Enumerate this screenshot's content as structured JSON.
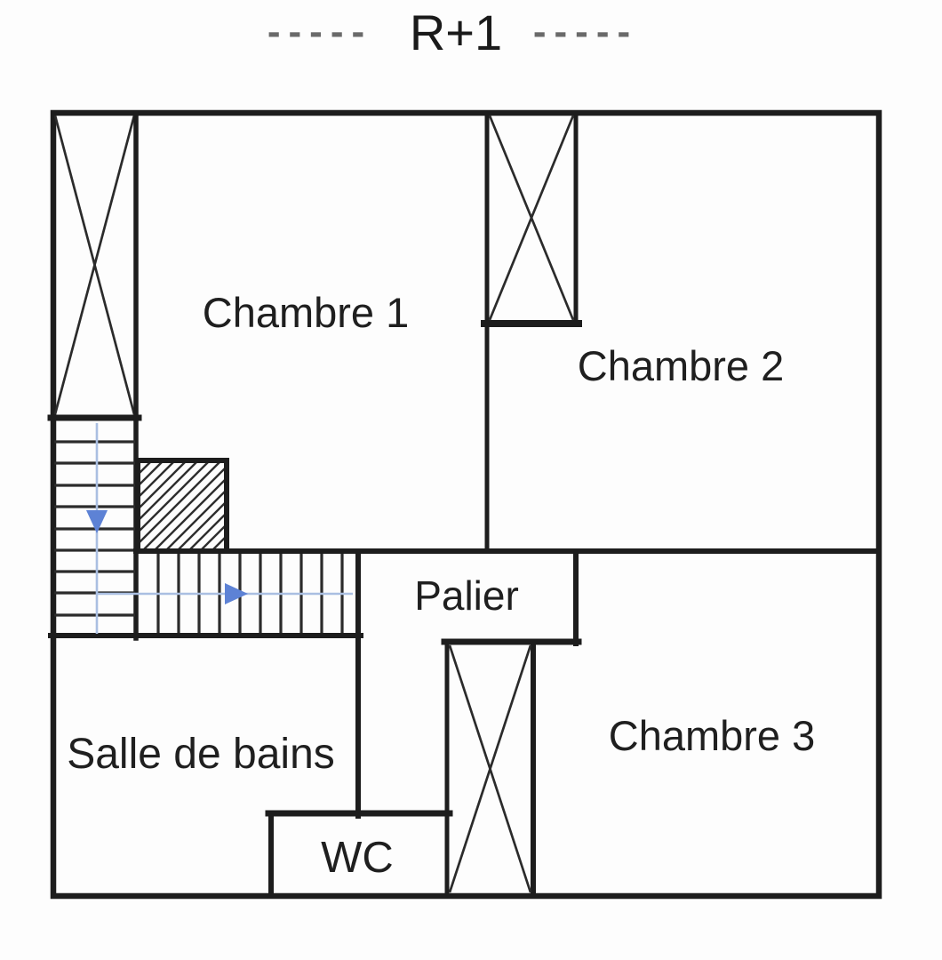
{
  "title": {
    "label": "R+1",
    "left_dashes": "-----",
    "right_dashes": "-----"
  },
  "rooms": {
    "chambre1": {
      "label": "Chambre 1"
    },
    "chambre2": {
      "label": "Chambre 2"
    },
    "chambre3": {
      "label": "Chambre 3"
    },
    "palier": {
      "label": "Palier"
    },
    "salle_de_bains": {
      "label": "Salle de bains"
    },
    "wc": {
      "label": "WC"
    }
  },
  "colors": {
    "wall": "#1d1d1d",
    "label": "#1f1f1f",
    "dashes": "#6a6a6a",
    "arrow_line": "#aabfe2",
    "arrow_head": "#5d82d5"
  }
}
